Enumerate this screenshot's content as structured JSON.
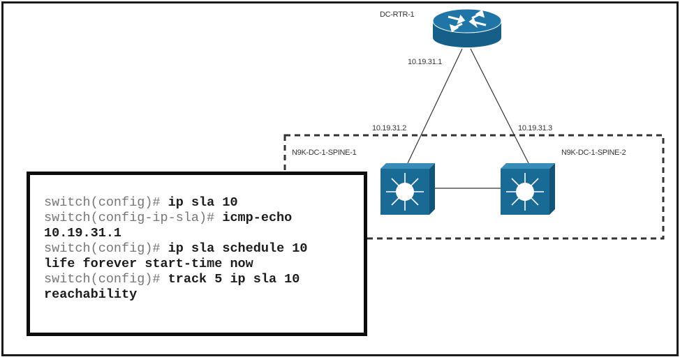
{
  "diagram": {
    "router": {
      "name": "DC-RTR-1",
      "ip": "10.19.31.1"
    },
    "spines": [
      {
        "name": "N9K-DC-1-SPINE-1",
        "ip": "10.19.31.2"
      },
      {
        "name": "N9K-DC-1-SPINE-2",
        "ip": "10.19.31.3"
      }
    ],
    "colors": {
      "device": "#1a6a96",
      "device_dark": "#125478",
      "device_light": "#3a8cb8"
    }
  },
  "cli": {
    "lines": [
      {
        "prompt": "switch(config)# ",
        "command": "ip sla 10"
      },
      {
        "prompt": "switch(config-ip-sla)# ",
        "command": "icmp-echo"
      },
      {
        "prompt": "",
        "command": "10.19.31.1"
      },
      {
        "prompt": "switch(config)# ",
        "command": "ip sla schedule 10"
      },
      {
        "prompt": "",
        "command": "life forever start-time now"
      },
      {
        "prompt": "switch(config)# ",
        "command": "track 5 ip sla 10"
      },
      {
        "prompt": "",
        "command": "reachability"
      }
    ]
  }
}
